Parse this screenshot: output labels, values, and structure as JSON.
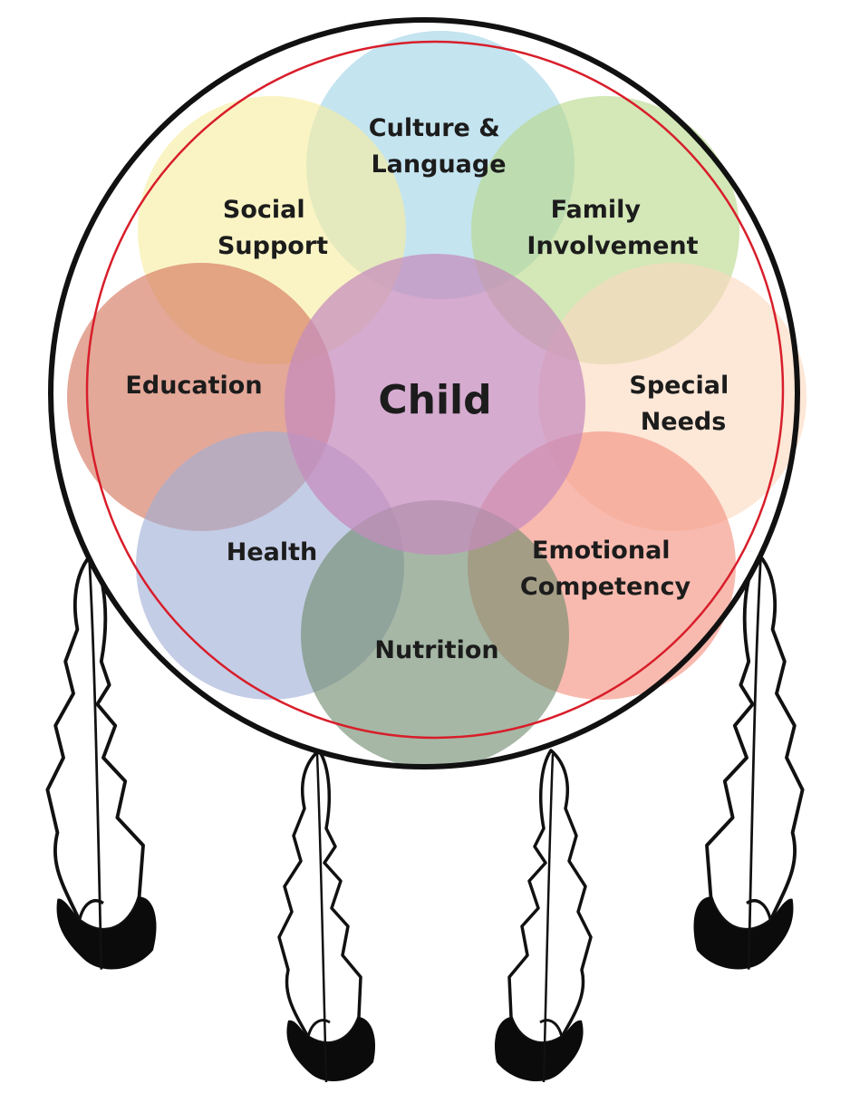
{
  "center": {
    "label": "Child",
    "color": "#c58bbd"
  },
  "ring": {
    "outer_color": "#111111",
    "inner_color": "#d81e2a"
  },
  "circles": [
    {
      "id": "culture",
      "lines": [
        "Culture &",
        "Language"
      ],
      "color": "#9fd3e6"
    },
    {
      "id": "social",
      "lines": [
        "Social",
        "Support"
      ],
      "color": "#f7ed9f"
    },
    {
      "id": "family",
      "lines": [
        "Family",
        "Involvement"
      ],
      "color": "#b8d88a"
    },
    {
      "id": "education",
      "lines": [
        "Education"
      ],
      "color": "#d4735a"
    },
    {
      "id": "special",
      "lines": [
        "Special",
        "Needs"
      ],
      "color": "#fbd9bf"
    },
    {
      "id": "health",
      "lines": [
        "Health"
      ],
      "color": "#9fafd6"
    },
    {
      "id": "emotional",
      "lines": [
        "Emotional",
        "Competency"
      ],
      "color": "#f3907e"
    },
    {
      "id": "nutrition",
      "lines": [
        "Nutrition"
      ],
      "color": "#6f8a6d"
    }
  ],
  "feathers": [
    {
      "id": "outer-left"
    },
    {
      "id": "inner-left"
    },
    {
      "id": "inner-right"
    },
    {
      "id": "outer-right"
    }
  ]
}
